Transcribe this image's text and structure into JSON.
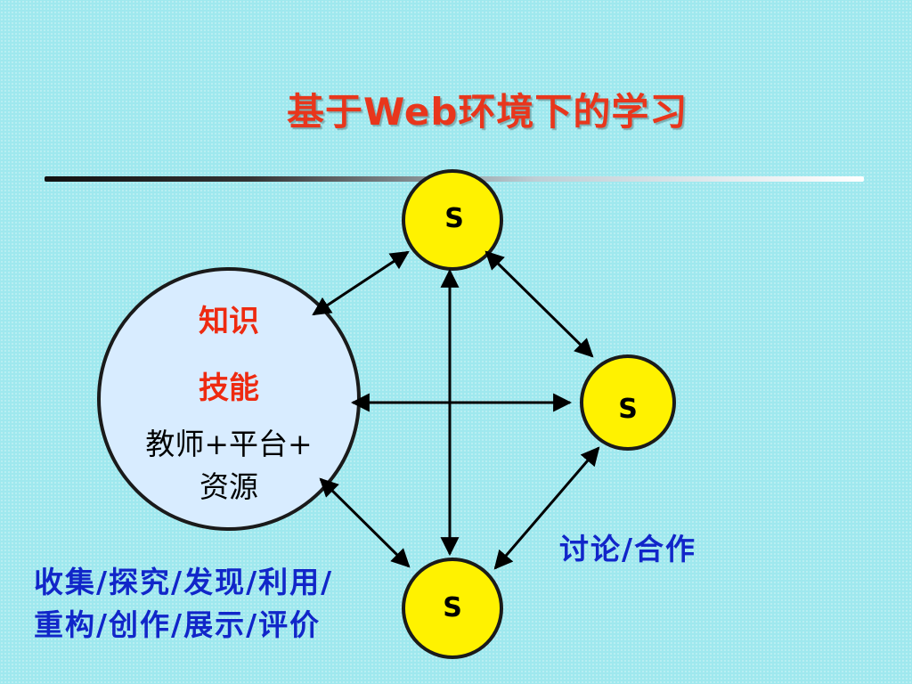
{
  "title": "基于Web环境下的学习",
  "hub": {
    "line1": "知识",
    "line2": "技能",
    "line3": "教师+平台+",
    "line4": "资源"
  },
  "nodes": {
    "top": "S",
    "right": "S",
    "bottom": "S"
  },
  "discussion_label": "讨论/合作",
  "activities": {
    "line1": "收集/探究/发现/利用/",
    "line2": "重构/创作/展示/评价"
  },
  "colors": {
    "title": "#e8361c",
    "hub_text_red": "#ee2a10",
    "blue_text": "#1126c9",
    "node_fill": "#fff200",
    "hub_fill": "#d8ecff",
    "background": "#9fe8ee"
  }
}
